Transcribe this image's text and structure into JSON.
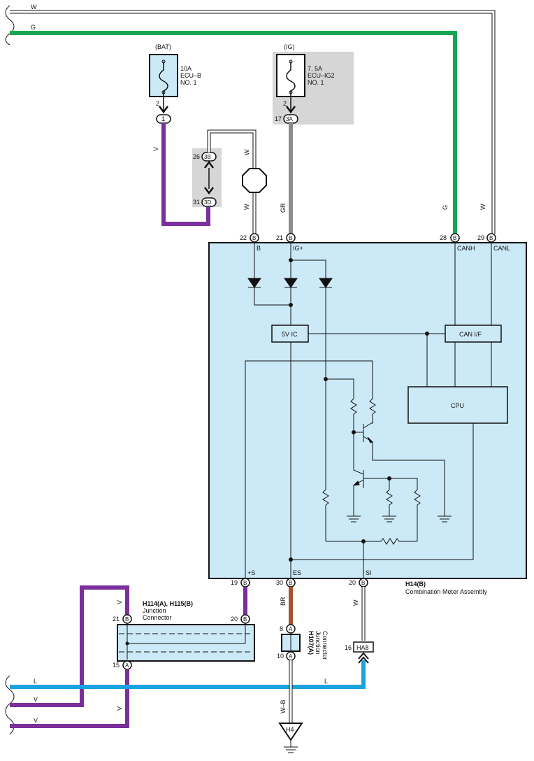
{
  "wire_colors": {
    "W": "#ffffff",
    "G": "#16a552",
    "V": "#7a2f9c",
    "GR": "#8c8c8c",
    "BR": "#a8532c",
    "L": "#1aa3e0",
    "W-B": "#ffffff"
  },
  "component_fill": "#cce9f7",
  "shade_fill": "#d6d6d6",
  "wire_labels": {
    "w_top": "W",
    "g_top": "G",
    "v_bat": "V",
    "w_loop_a": "W",
    "w_loop_b": "W",
    "gr": "GR",
    "g_right": "G",
    "w_right": "W",
    "v_left": "V",
    "br": "BR",
    "w_si": "W",
    "l_bottom": "L",
    "l_bottom2": "L",
    "v_bottom1": "V",
    "v_bottom2": "V",
    "wb": "W–B",
    "v_conn": "V"
  },
  "fuse_bat": {
    "source": "(BAT)",
    "rating": "10A",
    "name": "ECU–B",
    "number": "NO. 1",
    "pin": "2",
    "terminal": "1"
  },
  "fuse_ig": {
    "source": "(IG)",
    "rating": "7. 5A",
    "name": "ECU–IG2",
    "number": "NO. 1",
    "pin": "2",
    "pin_outer": "17",
    "terminal": "3A"
  },
  "loop_connector": {
    "pin_top": "26",
    "term_top": "3B",
    "pin_bottom": "31",
    "term_bottom": "3D"
  },
  "meter": {
    "code": "H14(B)",
    "name": "Combination Meter Assembly",
    "pins_top": [
      {
        "pin": "22",
        "conn": "B",
        "label": "B"
      },
      {
        "pin": "21",
        "conn": "B",
        "label": "IG+"
      },
      {
        "pin": "28",
        "conn": "B",
        "label": "CANH"
      },
      {
        "pin": "29",
        "conn": "B",
        "label": "CANL"
      }
    ],
    "pins_bottom": [
      {
        "pin": "19",
        "conn": "B",
        "label": "+S"
      },
      {
        "pin": "30",
        "conn": "B",
        "label": "ES"
      },
      {
        "pin": "20",
        "conn": "B",
        "label": "SI"
      }
    ],
    "ic_5v": "5V IC",
    "can_if": "CAN I/F",
    "cpu": "CPU"
  },
  "junction_h114": {
    "code": "H114(A), H115(B)",
    "line1": "Junction",
    "line2": "Connector",
    "pin_left_top": "21",
    "conn_left_top": "B",
    "pin_right_top": "20",
    "conn_right_top": "B",
    "pin_left_bottom": "15",
    "conn_left_bottom": "A"
  },
  "junction_h107": {
    "code": "H107(A)",
    "line1": "Junction",
    "line2": "Connector",
    "pin_top": "8",
    "conn_top": "A",
    "pin_bottom": "10",
    "conn_bottom": "A"
  },
  "ha8": {
    "pin": "16",
    "name": "HA8"
  },
  "ground": {
    "name": "H4"
  }
}
